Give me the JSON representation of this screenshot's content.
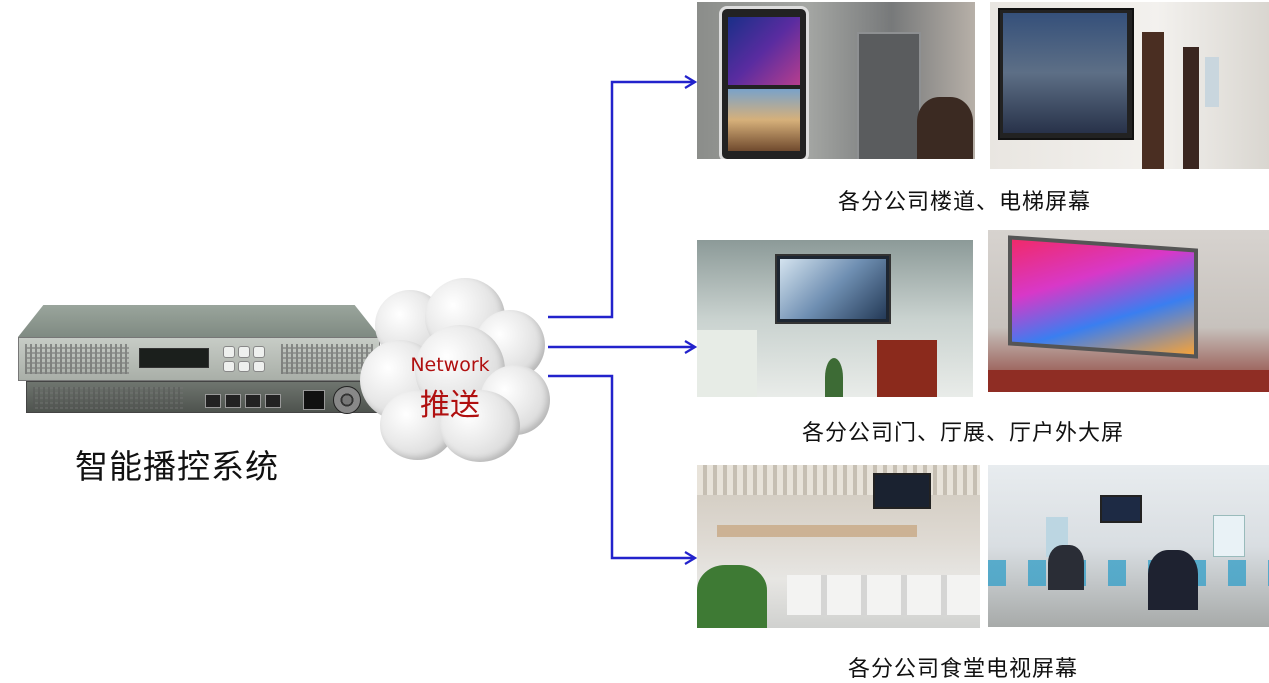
{
  "device": {
    "label": "智能播控系统"
  },
  "cloud": {
    "line1": "Network",
    "line2": "推送"
  },
  "groups": [
    {
      "caption": "各分公司楼道、电梯屏幕"
    },
    {
      "caption": "各分公司门、厅展、厅户外大屏"
    },
    {
      "caption": "各分公司食堂电视屏幕"
    }
  ],
  "colors": {
    "arrow": "#2222cc",
    "cloud_text": "#b01010"
  }
}
